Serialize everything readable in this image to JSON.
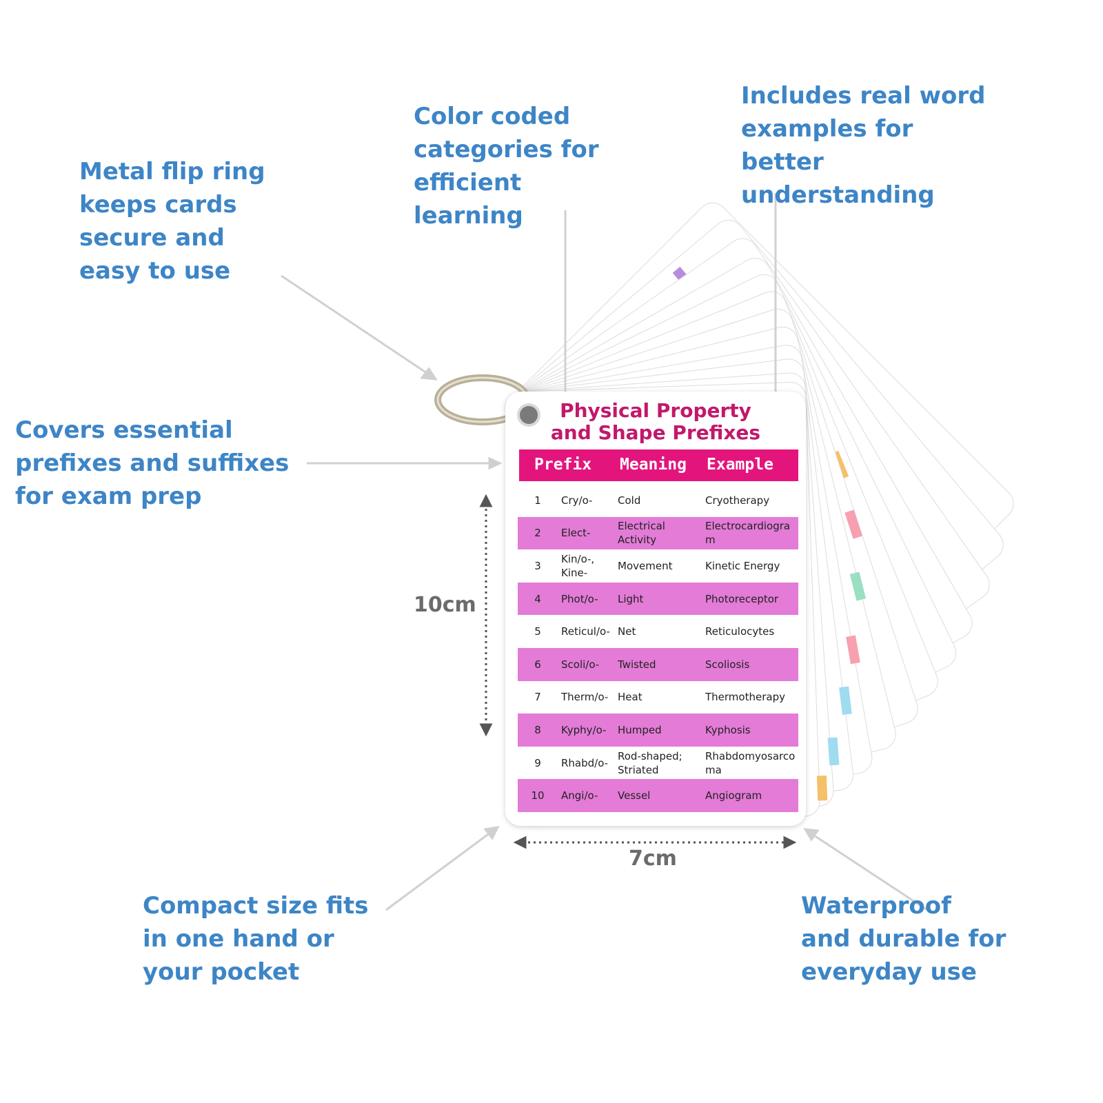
{
  "callouts": {
    "ring": "Metal flip ring keeps cards secure and easy to use",
    "color": "Color coded categories for efficient learning",
    "examples": "Includes real word examples for better understanding",
    "covers": "Covers essential prefixes and suffixes for exam prep",
    "compact": "Compact size fits in one hand or your pocket",
    "waterproof": "Waterproof and durable for everyday use"
  },
  "dimensions": {
    "height": "10cm",
    "width": "7cm"
  },
  "card": {
    "title_line1": "Physical Property",
    "title_line2": "and Shape Prefixes",
    "headers": {
      "prefix": "Prefix",
      "meaning": "Meaning",
      "example": "Example"
    },
    "rows": [
      {
        "n": "1",
        "prefix": "Cry/o-",
        "meaning": "Cold",
        "example": "Cryotherapy"
      },
      {
        "n": "2",
        "prefix": "Elect-",
        "meaning": "Electrical Activity",
        "example": "Electrocardiogram"
      },
      {
        "n": "3",
        "prefix": "Kin/o-, Kine-",
        "meaning": "Movement",
        "example": "Kinetic Energy"
      },
      {
        "n": "4",
        "prefix": "Phot/o-",
        "meaning": "Light",
        "example": "Photoreceptor"
      },
      {
        "n": "5",
        "prefix": "Reticul/o-",
        "meaning": "Net",
        "example": "Reticulocytes"
      },
      {
        "n": "6",
        "prefix": "Scoli/o-",
        "meaning": "Twisted",
        "example": "Scoliosis"
      },
      {
        "n": "7",
        "prefix": "Therm/o-",
        "meaning": "Heat",
        "example": "Thermotherapy"
      },
      {
        "n": "8",
        "prefix": "Kyphy/o-",
        "meaning": "Humped",
        "example": "Kyphosis"
      },
      {
        "n": "9",
        "prefix": "Rhabd/o-",
        "meaning": "Rod-shaped; Striated",
        "example": "Rhabdomyosarcoma"
      },
      {
        "n": "10",
        "prefix": "Angi/o-",
        "meaning": "Vessel",
        "example": "Angiogram"
      }
    ]
  },
  "colors": {
    "callout": "#3d85c6",
    "title": "#c2186b",
    "header": "#e3157d",
    "alt_row": "#e37bd7"
  }
}
